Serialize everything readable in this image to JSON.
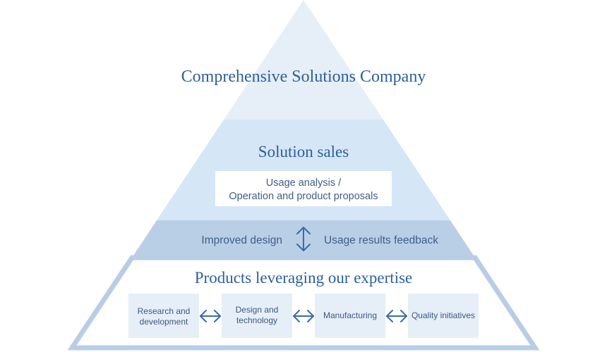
{
  "tiers": {
    "top": {
      "title": "Comprehensive Solutions Company"
    },
    "middle": {
      "title": "Solution sales",
      "box_line1": "Usage analysis /",
      "box_line2": "Operation and product proposals"
    },
    "feedback": {
      "left": "Improved design",
      "right": "Usage results feedback",
      "arrow_icon": "vertical-double-arrow-icon"
    },
    "bottom": {
      "title": "Products leveraging our expertise",
      "steps": [
        {
          "line1": "Research and",
          "line2": "development"
        },
        {
          "line1": "Design and",
          "line2": "technology"
        },
        {
          "line1": "Manufacturing",
          "line2": ""
        },
        {
          "line1": "Quality initiatives",
          "line2": ""
        }
      ],
      "connector_icon": "horizontal-double-arrow-icon"
    }
  },
  "colors": {
    "top_fill": "#e6eef8",
    "middle_fill": "#d5e6f6",
    "band_fill": "#b9cfe6",
    "bottom_fill": "#ffffff",
    "bottom_border": "#b8cde5",
    "step_fill": "#e6eef8",
    "arrow": "#3d6aa8",
    "title": "#2c5f9c"
  }
}
